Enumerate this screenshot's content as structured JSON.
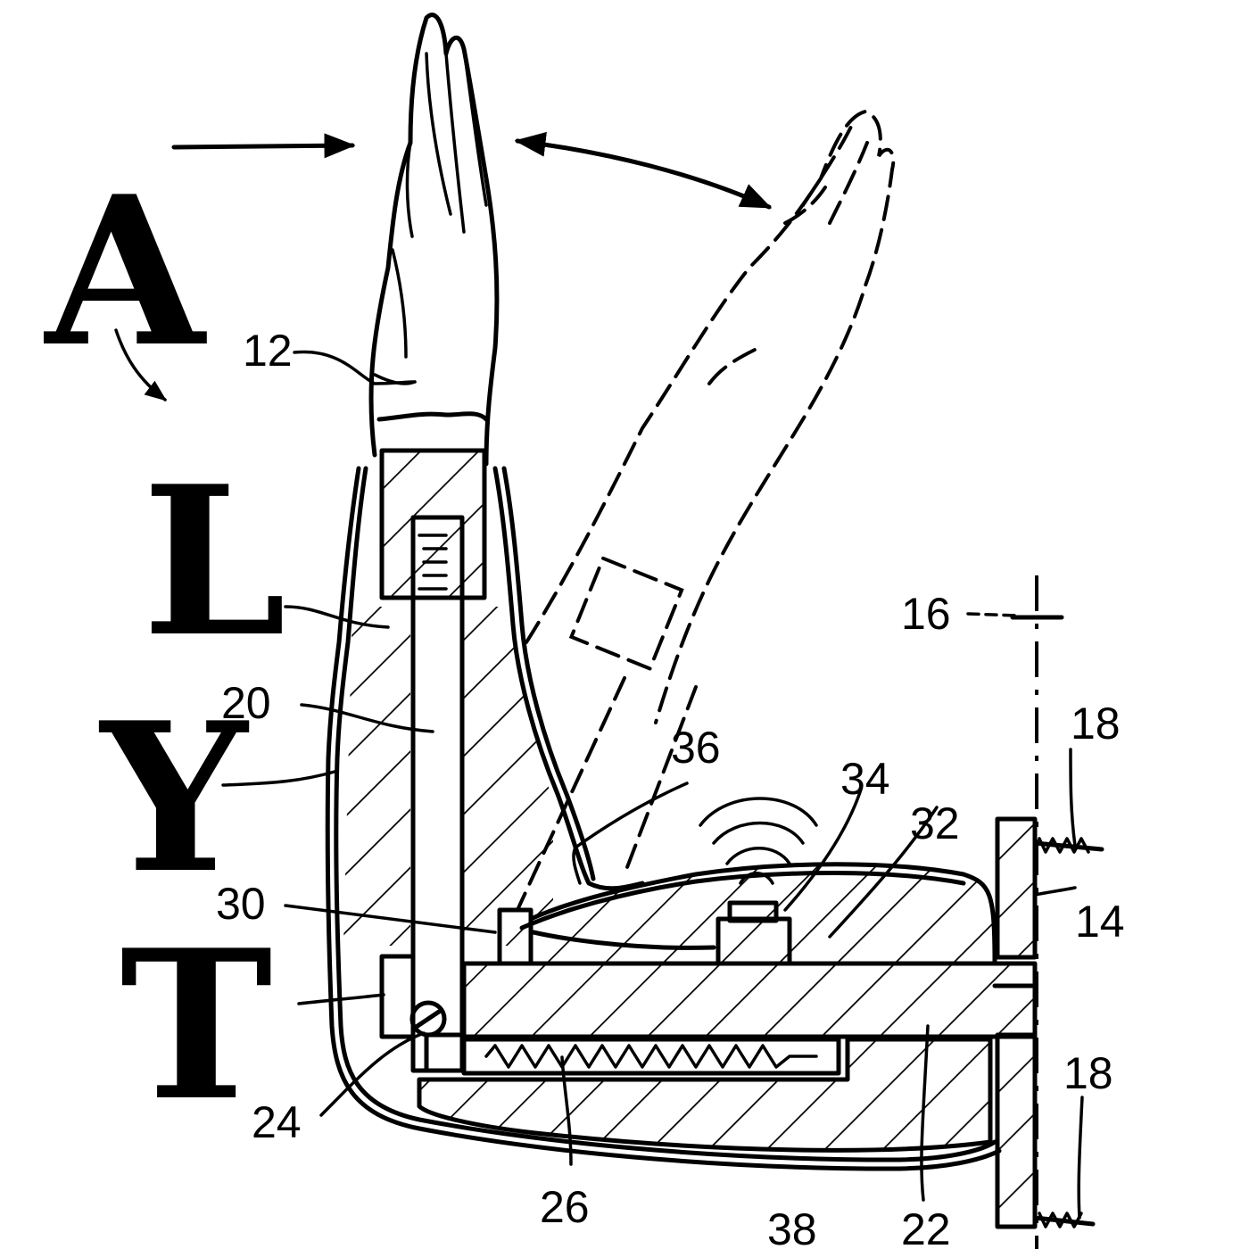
{
  "letters": [
    "A",
    "L",
    "Y",
    "T"
  ],
  "reference_numerals": {
    "n12": "12",
    "n14": "14",
    "n16": "16",
    "n18_top": "18",
    "n18_bottom": "18",
    "n20": "20",
    "n22": "22",
    "n24": "24",
    "n26": "26",
    "n30": "30",
    "n32": "32",
    "n34": "34",
    "n36": "36",
    "n38": "38"
  }
}
